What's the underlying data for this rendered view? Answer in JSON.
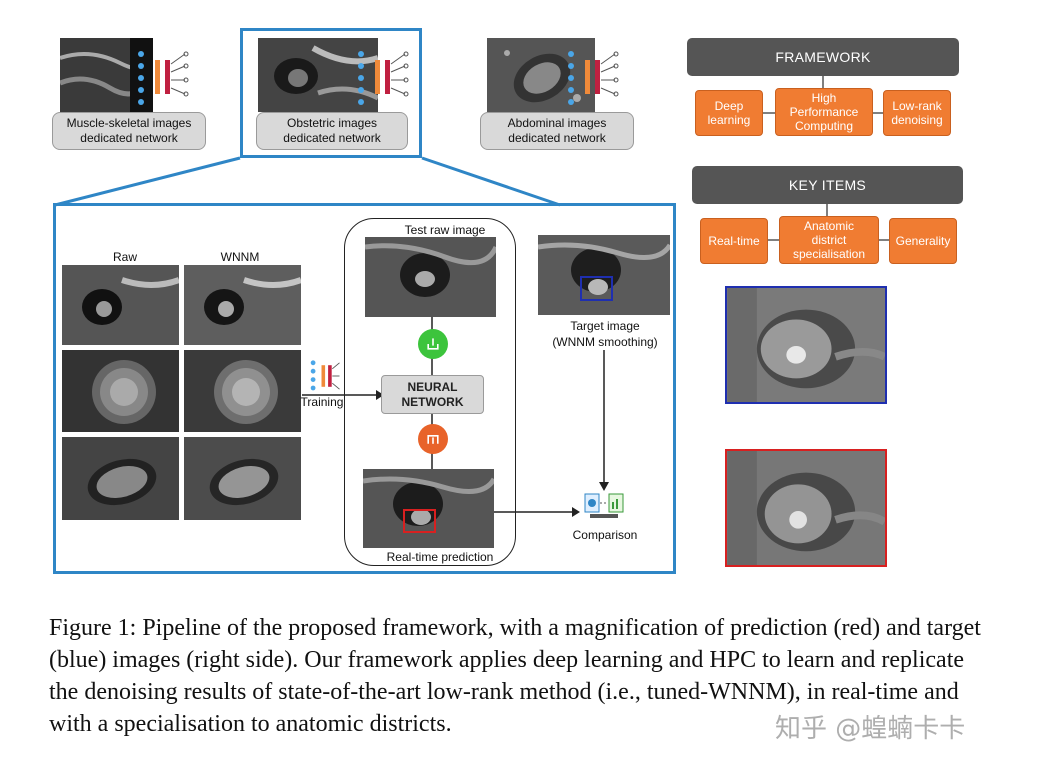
{
  "figure": {
    "top_panels": [
      {
        "label": "Muscle-skeletal images\ndedicated network"
      },
      {
        "label": "Obstetric images\ndedicated network"
      },
      {
        "label": "Abdominal images\ndedicated network"
      }
    ],
    "framework": {
      "title": "FRAMEWORK",
      "items": [
        "Deep\nlearning",
        "High\nPerformance\nComputing",
        "Low-rank\ndenoising"
      ]
    },
    "key_items": {
      "title": "KEY ITEMS",
      "items": [
        "Real-time",
        "Anatomic\ndistrict\nspecialisation",
        "Generality"
      ]
    },
    "detail": {
      "col_raw": "Raw",
      "col_wnnm": "WNNM",
      "training": "Training",
      "test_raw": "Test raw image",
      "neural_network": "NEURAL\nNETWORK",
      "realtime_prediction": "Real-time prediction",
      "target_image": "Target image\n(WNNM smoothing)",
      "comparison": "Comparison"
    },
    "colors": {
      "blue_frame": "#2f86c6",
      "orange": "#f07c32",
      "dark_bar": "#555555",
      "green_circle": "#3cc43c",
      "orange_circle": "#e8632a",
      "pred_box": "#d82020",
      "target_box": "#1f2fb0"
    }
  },
  "caption": {
    "text": "Figure 1: Pipeline of the proposed framework, with a magnification of prediction (red) and target (blue) images (right side). Our framework applies deep learning and HPC to learn and replicate the denoising results of state-of-the-art low-rank method (i.e., tuned-WNNM), in real-time and with a specialisation to anatomic districts."
  },
  "watermark": "知乎 @蝗蝻卡卡"
}
